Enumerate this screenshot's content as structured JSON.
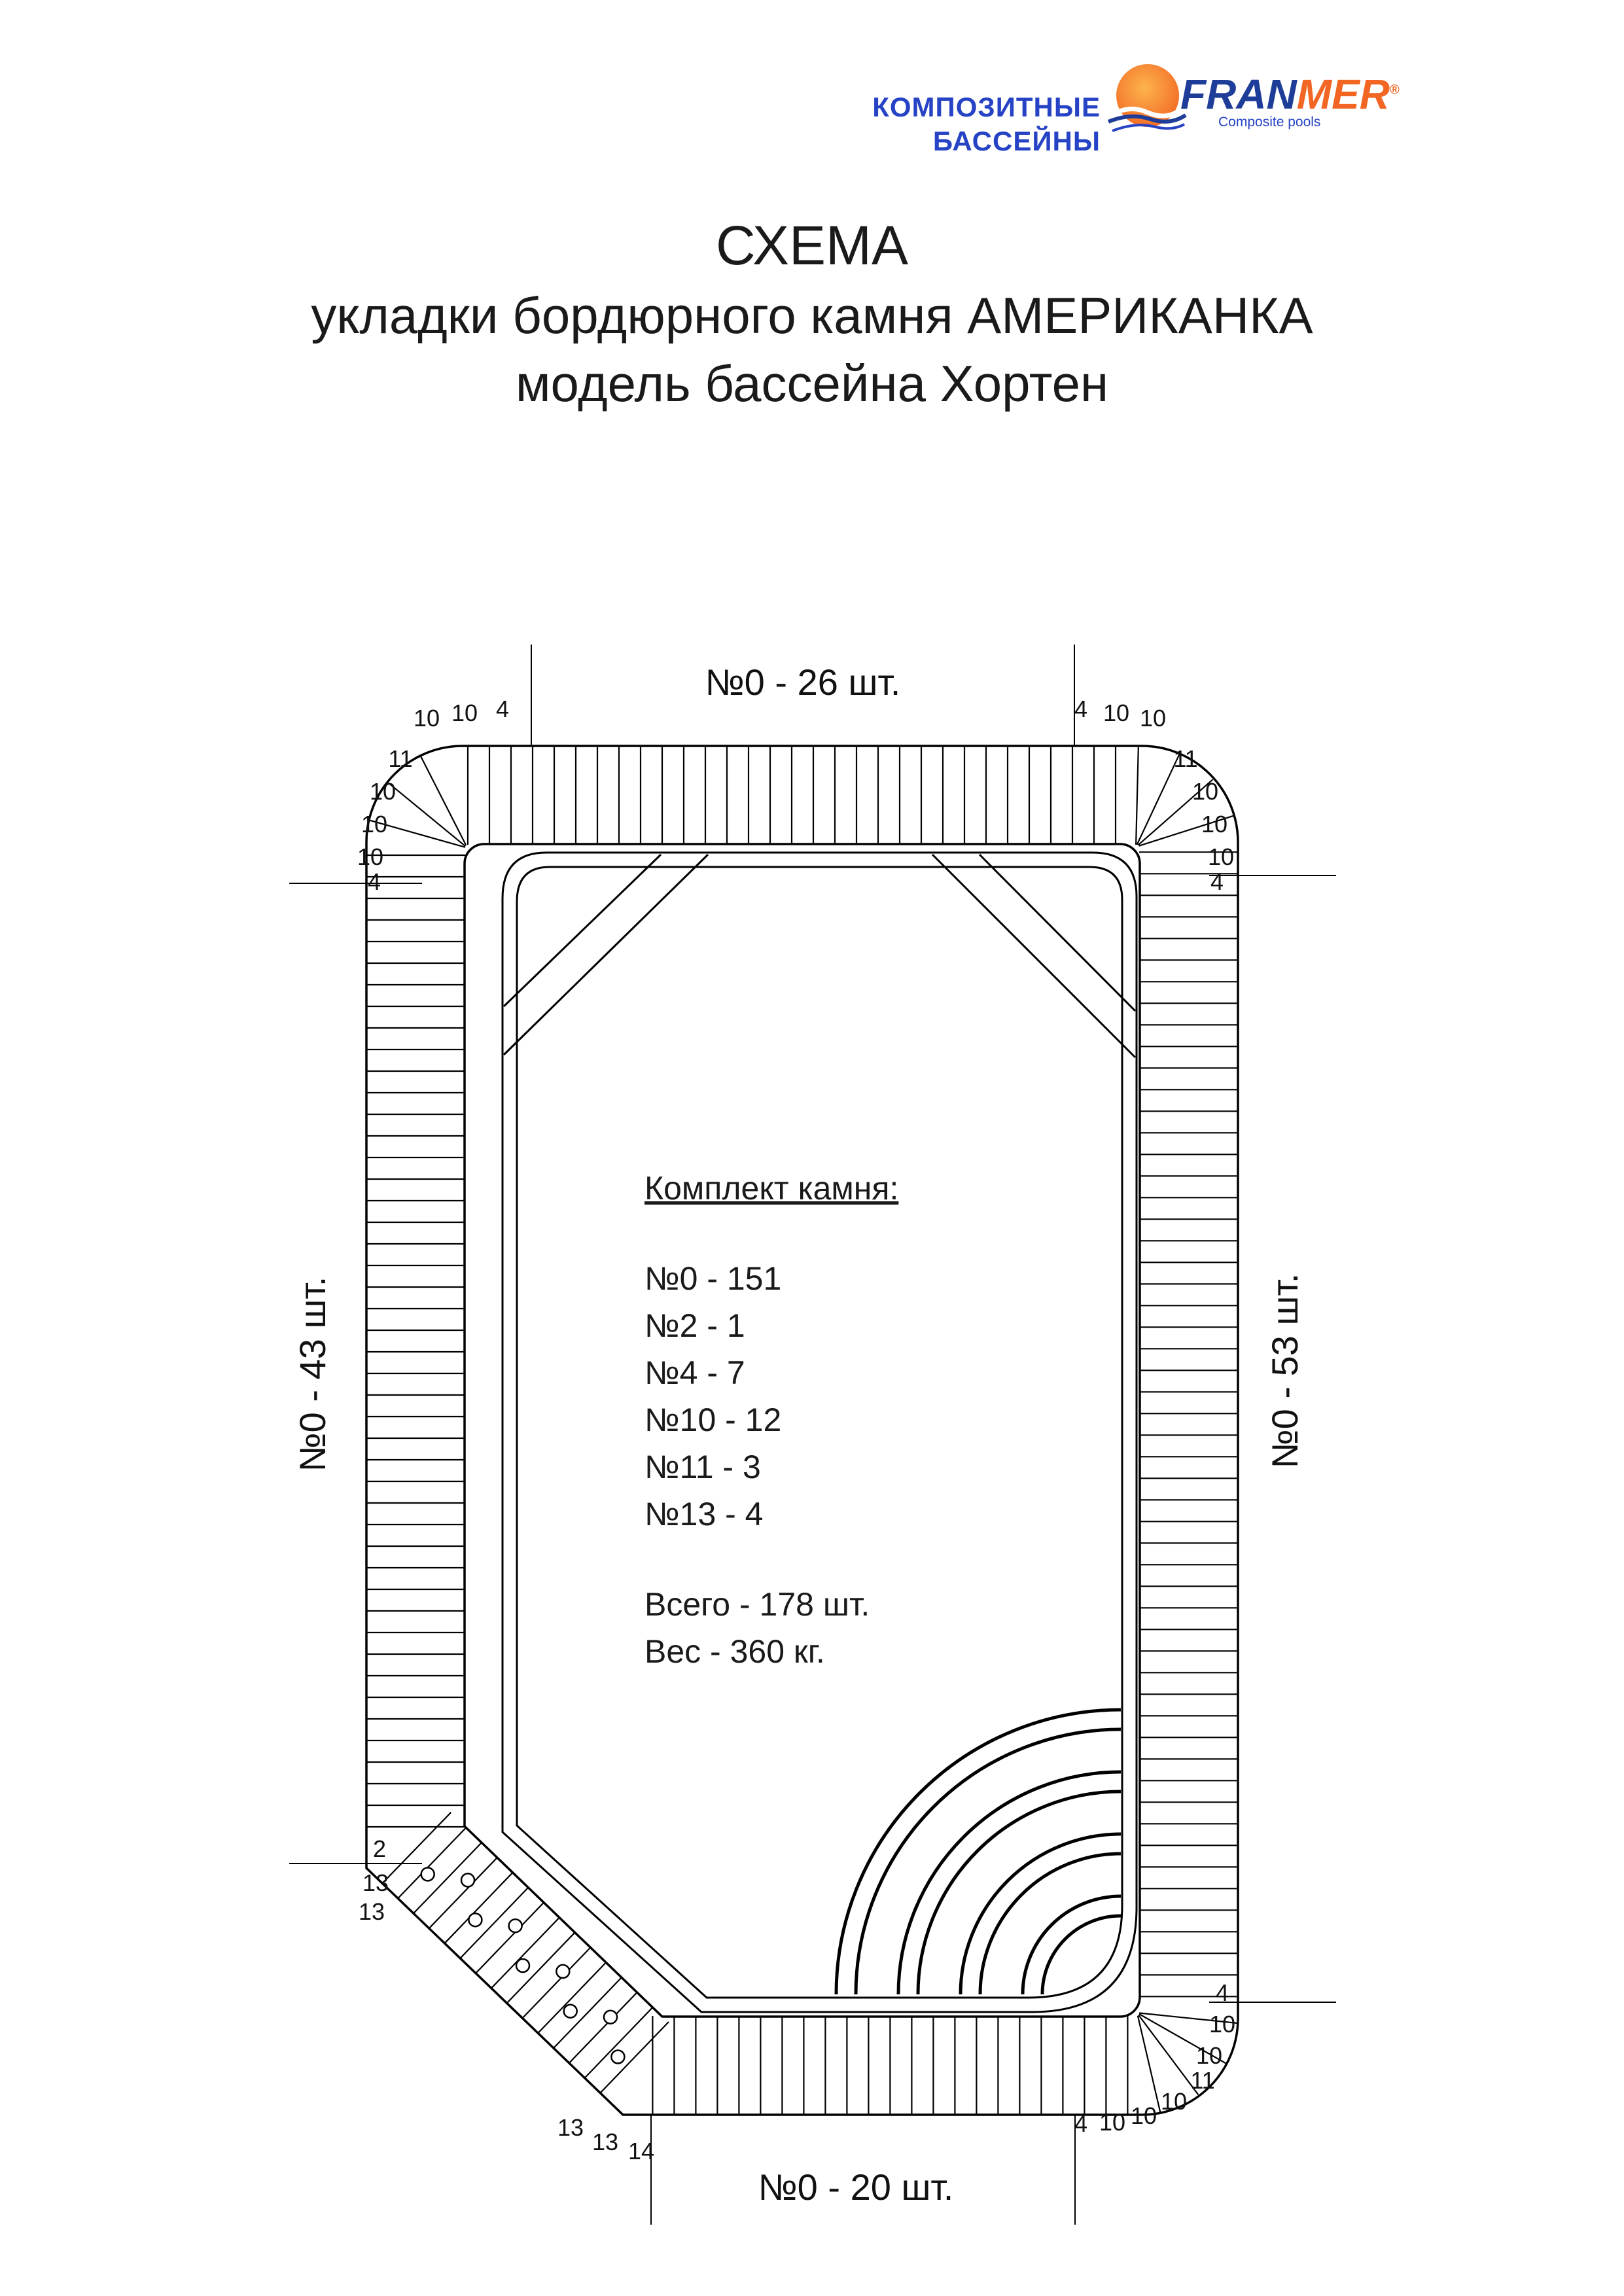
{
  "logo": {
    "tagline_line1": "КОМПОЗИТНЫЕ",
    "tagline_line2": "БАССЕЙНЫ",
    "brand_fran": "FRAN",
    "brand_mer": "MER",
    "brand_reg": "®",
    "brand_sub": "Composite pools"
  },
  "title": {
    "line1": "СХЕМА",
    "line2": "укладки бордюрного камня АМЕРИКАНКА",
    "line3": "модель бассейна Хортен"
  },
  "diagram": {
    "counts": {
      "top": "№0 - 26 шт.",
      "left": "№0 - 43 шт.",
      "right": "№0 - 53 шт.",
      "bottom": "№0 - 20 шт."
    },
    "corner_stone_numbers": {
      "top_left": [
        "10",
        "10",
        "4",
        "11",
        "10",
        "10",
        "10",
        "4"
      ],
      "top_right": [
        "4",
        "10",
        "10",
        "11",
        "10",
        "10",
        "10",
        "4"
      ],
      "bottom_left": [
        "2",
        "13",
        "13",
        "13",
        "13",
        "14"
      ],
      "bottom_right": [
        "4",
        "10",
        "10",
        "11",
        "10",
        "10",
        "10",
        "4"
      ]
    }
  },
  "kit": {
    "heading": "Комплект камня:",
    "items": [
      "№0 - 151",
      "№2 - 1",
      "№4 - 7",
      "№10 - 12",
      "№11 - 3",
      "№13 - 4"
    ],
    "total": "Всего - 178 шт.",
    "weight": "Вес -  360 кг."
  },
  "colors": {
    "brand_blue": "#1e3d98",
    "brand_orange": "#f26522",
    "tagline_blue": "#2543c4",
    "line_black": "#000000"
  }
}
